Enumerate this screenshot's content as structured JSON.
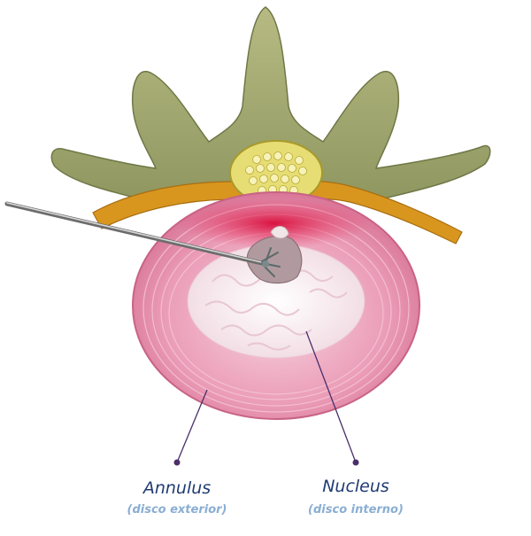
{
  "labels": {
    "annulus": {
      "title": "Annulus",
      "subtitle": "(disco exterior)"
    },
    "nucleus": {
      "title": "Nucleus",
      "subtitle": "(disco interno)"
    }
  },
  "colors": {
    "bone": "#a9ad73",
    "bone_dark": "#7d8450",
    "spinal_cord": "#e6dd74",
    "nerve": "#d9961f",
    "annulus": "#e68aa8",
    "annulus_light": "#f3c2d1",
    "nucleus": "#f6f0f2",
    "herniation": "#e0224c",
    "label_text": "#1f3b73",
    "sublabel_text": "#8aaed3",
    "leader_line": "#4a2f6a"
  }
}
